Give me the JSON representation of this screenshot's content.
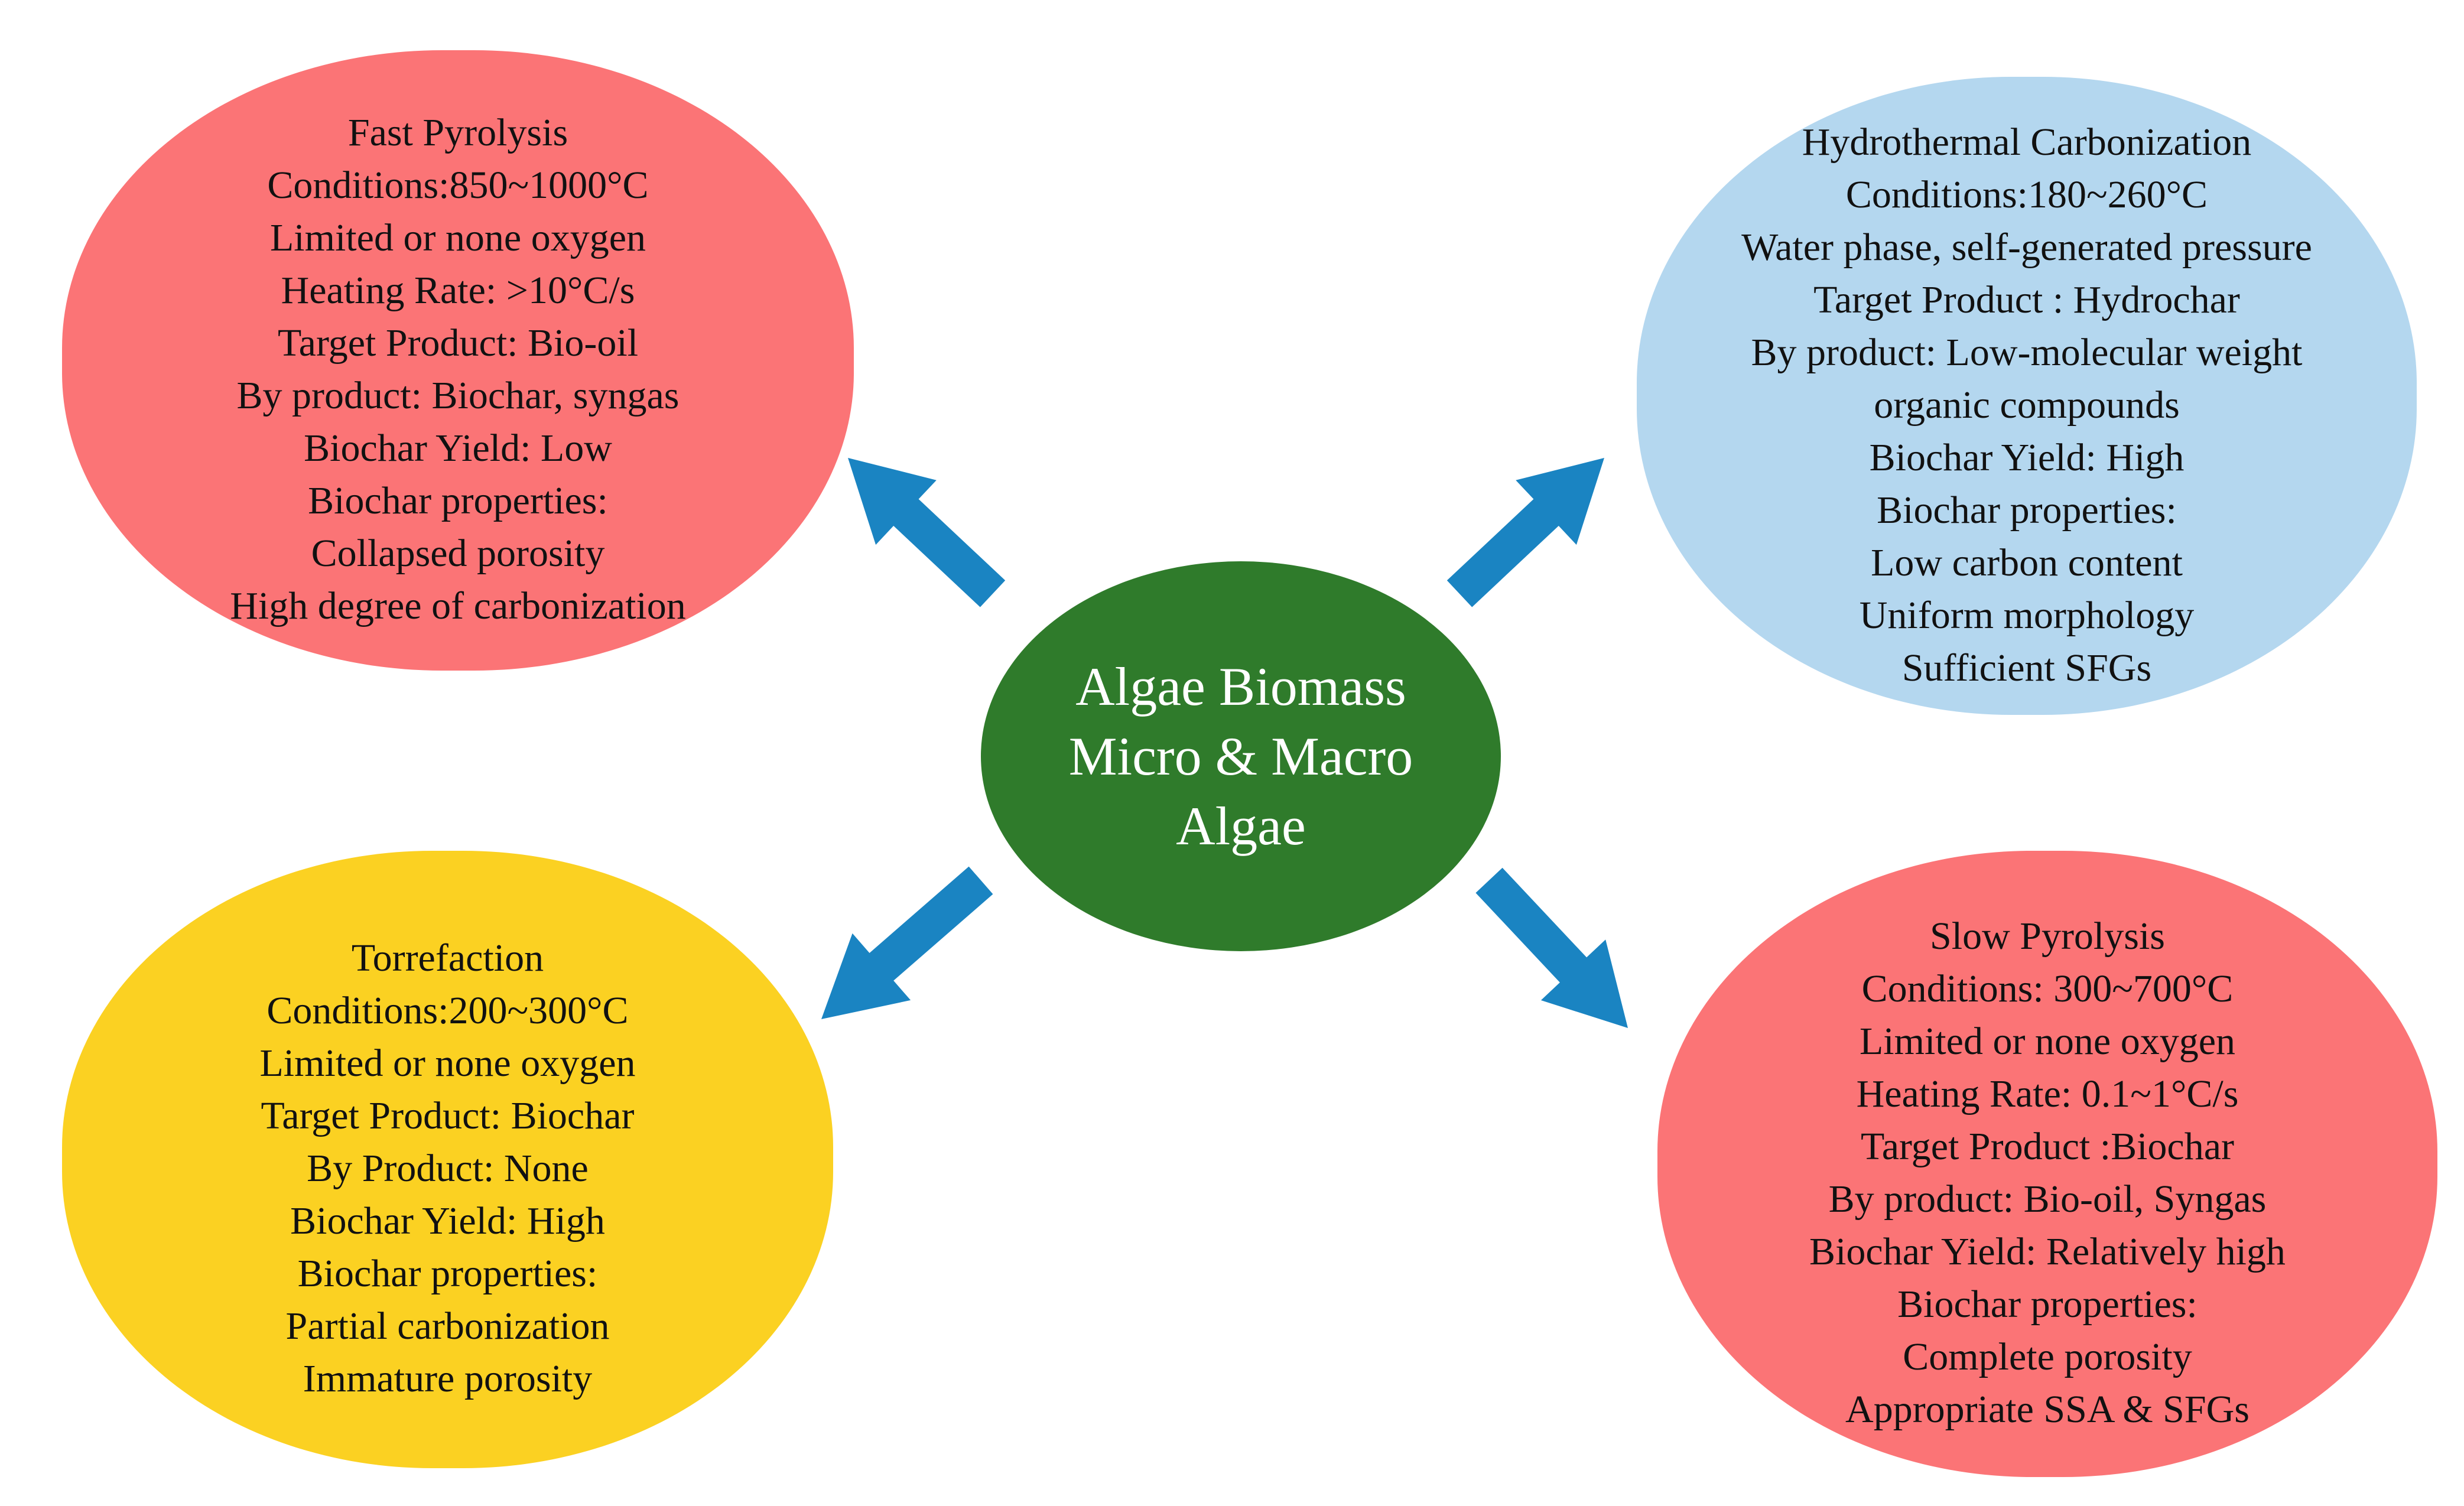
{
  "colors": {
    "fast_pyrolysis_fill": "#fb7476",
    "hydrothermal_fill": "#b4d7ef",
    "torrefaction_fill": "#fbd122",
    "slow_pyrolysis_fill": "#fb7476",
    "center_fill": "#2f7b2b",
    "arrow_fill": "#1a84c2",
    "center_text": "#ffffff",
    "text": "#111111"
  },
  "center": {
    "lines": [
      "Algae Biomass",
      "Micro & Macro",
      "Algae"
    ]
  },
  "fast_pyrolysis": {
    "lines": [
      "Fast Pyrolysis",
      "Conditions:850~1000°C",
      "Limited or none oxygen",
      "Heating Rate: >10°C/s",
      "Target Product: Bio-oil",
      "By product: Biochar, syngas",
      "Biochar Yield: Low",
      "Biochar properties:",
      "Collapsed porosity",
      "High degree of carbonization"
    ]
  },
  "hydrothermal": {
    "lines": [
      "Hydrothermal Carbonization",
      "Conditions:180~260°C",
      "Water phase, self-generated pressure",
      "Target Product : Hydrochar",
      "By product: Low-molecular weight",
      "organic compounds",
      "Biochar Yield: High",
      "Biochar properties:",
      "Low carbon content",
      "Uniform morphology",
      "Sufficient SFGs"
    ]
  },
  "torrefaction": {
    "lines": [
      "Torrefaction",
      "Conditions:200~300°C",
      "Limited or none oxygen",
      "Target Product: Biochar",
      "By Product: None",
      "Biochar Yield: High",
      "Biochar properties:",
      "Partial carbonization",
      "Immature porosity"
    ]
  },
  "slow_pyrolysis": {
    "lines": [
      "Slow Pyrolysis",
      "Conditions: 300~700°C",
      "Limited or none oxygen",
      "Heating Rate: 0.1~1°C/s",
      "Target Product :Biochar",
      "By product: Bio-oil, Syngas",
      "Biochar Yield: Relatively high",
      "Biochar properties:",
      "Complete porosity",
      "Appropriate SSA & SFGs"
    ]
  }
}
